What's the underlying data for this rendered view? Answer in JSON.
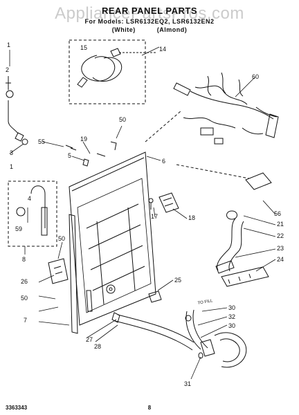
{
  "header": {
    "title": "REAR PANEL PARTS",
    "model_line": "For Models: LSR6132EQ2, LSR6132EN2",
    "variant_white": "(White)",
    "variant_almond": "(Almond)"
  },
  "watermark": "AppliancePartsPros.com",
  "callouts": {
    "c1_top": "1",
    "c1_bottom": "1",
    "c2": "2",
    "c3": "3",
    "c4": "4",
    "c5": "5",
    "c6": "6",
    "c7": "7",
    "c8": "8",
    "c14": "14",
    "c15": "15",
    "c17": "17",
    "c18": "18",
    "c19": "19",
    "c21": "21",
    "c22": "22",
    "c23": "23",
    "c24": "24",
    "c25": "25",
    "c26": "26",
    "c27": "27",
    "c28": "28",
    "c30a": "30",
    "c30b": "30",
    "c31": "31",
    "c32": "32",
    "c50a": "50",
    "c50b": "50",
    "c50c": "50",
    "c55": "55",
    "c56": "56",
    "c59": "59",
    "c60": "60",
    "tofill": "TO FILL"
  },
  "footer": {
    "part_number": "3363343",
    "page_number": "8"
  }
}
